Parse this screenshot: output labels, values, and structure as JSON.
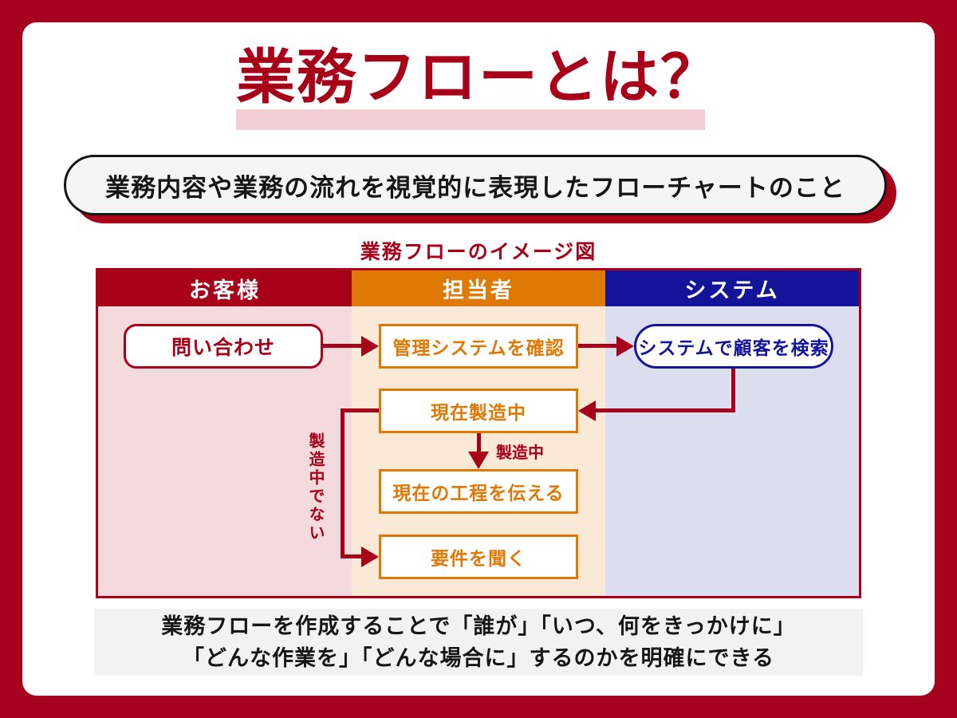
{
  "header": {
    "title": "業務フローとは？",
    "definition": "業務内容や業務の流れを視覚的に表現したフローチャートのこと"
  },
  "diagram": {
    "caption": "業務フローのイメージ図",
    "lanes": [
      {
        "id": "customer",
        "label": "お客様",
        "header_color": "#A90019",
        "body_color": "#F4D9DD"
      },
      {
        "id": "staff",
        "label": "担当者",
        "header_color": "#E07806",
        "body_color": "#FBE9D8"
      },
      {
        "id": "system",
        "label": "システム",
        "header_color": "#14149B",
        "body_color": "#DBDEEF"
      }
    ],
    "nodes": {
      "inquiry": {
        "label": "問い合わせ",
        "lane": "お客様",
        "shape": "rounded",
        "color": "#A90019"
      },
      "check_system": {
        "label": "管理システムを確認",
        "lane": "担当者",
        "shape": "rect",
        "color": "#E07806"
      },
      "search_customer": {
        "label": "システムで顧客を検索",
        "lane": "システム",
        "shape": "pill",
        "color": "#14149B"
      },
      "in_production": {
        "label": "現在製造中",
        "lane": "担当者",
        "shape": "rect",
        "color": "#E07806"
      },
      "tell_process": {
        "label": "現在の工程を伝える",
        "lane": "担当者",
        "shape": "rect",
        "color": "#E07806"
      },
      "ask_requirements": {
        "label": "要件を聞く",
        "lane": "担当者",
        "shape": "rect",
        "color": "#E07806"
      }
    },
    "edges": [
      {
        "from": "inquiry",
        "to": "check_system",
        "label": ""
      },
      {
        "from": "check_system",
        "to": "search_customer",
        "label": ""
      },
      {
        "from": "search_customer",
        "to": "in_production",
        "label": ""
      },
      {
        "from": "in_production",
        "to": "tell_process",
        "label": "製造中"
      },
      {
        "from": "in_production",
        "to": "ask_requirements",
        "label": "製造中でない"
      }
    ],
    "edge_labels": {
      "manufacturing": "製造中",
      "not_manufacturing": "製造中でない"
    }
  },
  "footer": {
    "line1": "業務フローを作成することで「誰が」「いつ、何をきっかけに」",
    "line2": "「どんな作業を」「どんな場合に」するのかを明確にできる"
  },
  "colors": {
    "frame_red": "#A6041E",
    "accent_red": "#A90019",
    "highlight_pink": "#F2CFD4",
    "orange": "#E07806",
    "blue": "#14149B",
    "lane_pink": "#F4D9DD",
    "lane_cream": "#FBE9D8",
    "lane_lavender": "#DBDEEF",
    "note_gray": "#F2F2F2"
  }
}
